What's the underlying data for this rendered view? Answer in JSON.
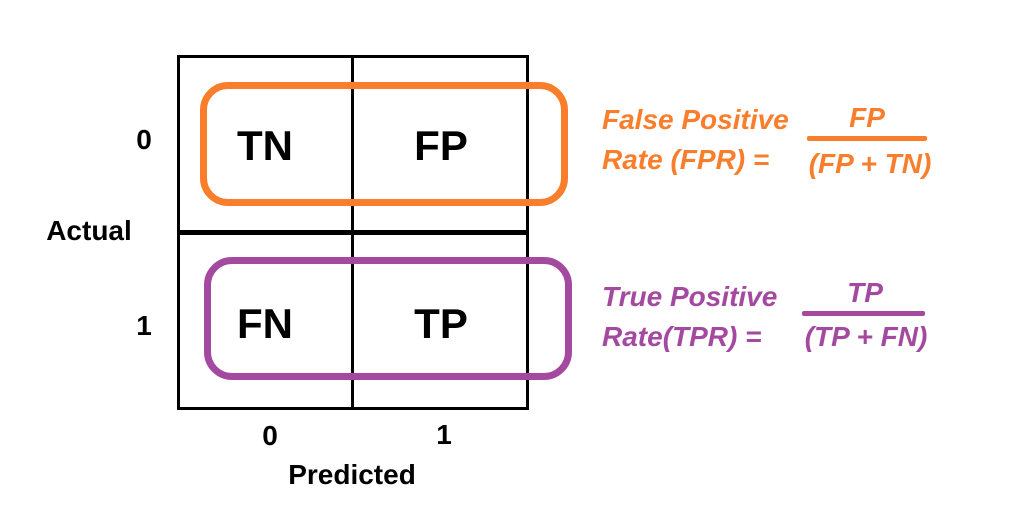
{
  "matrix": {
    "cells": [
      {
        "id": "tn",
        "label": "TN"
      },
      {
        "id": "fp",
        "label": "FP"
      },
      {
        "id": "fn",
        "label": "FN"
      },
      {
        "id": "tp",
        "label": "TP"
      }
    ],
    "actual_axis": {
      "label": "Actual",
      "ticks": [
        "0",
        "1"
      ]
    },
    "predicted_axis": {
      "label": "Predicted",
      "ticks": [
        "0",
        "1"
      ]
    }
  },
  "formulas": {
    "fpr": {
      "label_line1": "False Positive",
      "label_line2": "Rate (FPR) =",
      "numerator": "FP",
      "denominator": "(FP + TN)",
      "color": "#F97E2B"
    },
    "tpr": {
      "label_line1": "True Positive",
      "label_line2": "Rate(TPR) =",
      "numerator": "TP",
      "denominator": "(TP + FN)",
      "color": "#A449A0"
    }
  },
  "colors": {
    "highlight_orange": "#F97E2B",
    "highlight_purple": "#A449A0",
    "grid_line": "#000000",
    "background": "#FFFFFF"
  }
}
